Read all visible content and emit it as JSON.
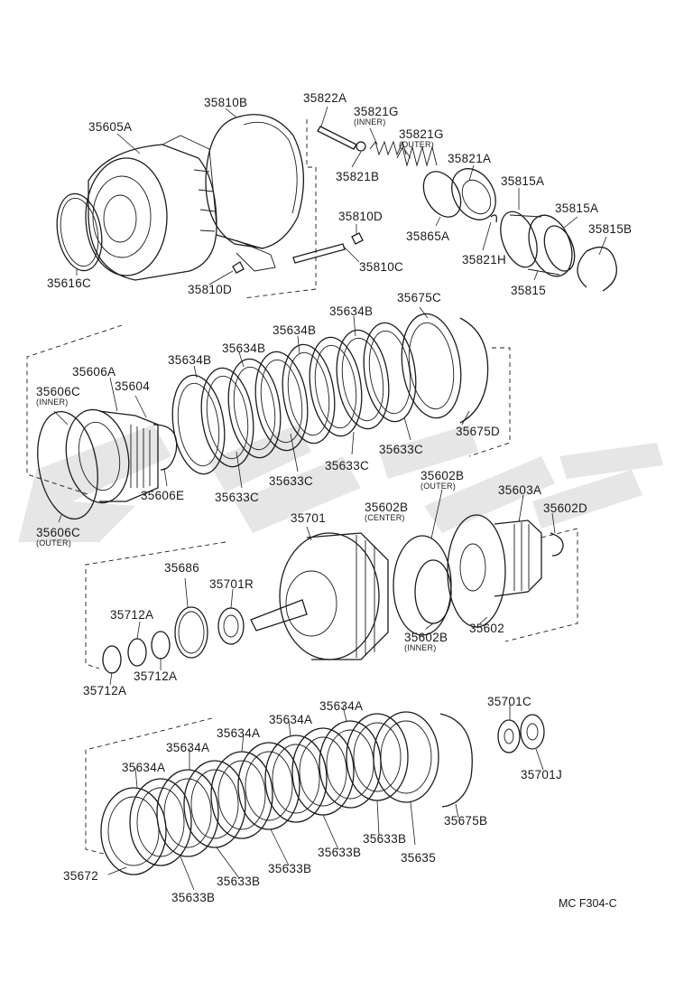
{
  "diagram": {
    "figure_code": "MC F304-C",
    "labels": [
      {
        "id": "p35605A",
        "text": "35605A"
      },
      {
        "id": "p35810B",
        "text": "35810B"
      },
      {
        "id": "p35822A",
        "text": "35822A"
      },
      {
        "id": "p35821G_inner",
        "text": "35821G",
        "note": "(INNER)"
      },
      {
        "id": "p35821G_outer",
        "text": "35821G",
        "note": "(OUTER)"
      },
      {
        "id": "p35821A",
        "text": "35821A"
      },
      {
        "id": "p35821B",
        "text": "35821B"
      },
      {
        "id": "p35815A_1",
        "text": "35815A"
      },
      {
        "id": "p35815A_2",
        "text": "35815A"
      },
      {
        "id": "p35815B",
        "text": "35815B"
      },
      {
        "id": "p35810D_1",
        "text": "35810D"
      },
      {
        "id": "p35865A",
        "text": "35865A"
      },
      {
        "id": "p35821H",
        "text": "35821H"
      },
      {
        "id": "p35815",
        "text": "35815"
      },
      {
        "id": "p35810C",
        "text": "35810C"
      },
      {
        "id": "p35616C",
        "text": "35616C"
      },
      {
        "id": "p35810D_2",
        "text": "35810D"
      },
      {
        "id": "p35675C",
        "text": "35675C"
      },
      {
        "id": "p35634B_1",
        "text": "35634B"
      },
      {
        "id": "p35634B_2",
        "text": "35634B"
      },
      {
        "id": "p35634B_3",
        "text": "35634B"
      },
      {
        "id": "p35634B_4",
        "text": "35634B"
      },
      {
        "id": "p35606A",
        "text": "35606A"
      },
      {
        "id": "p35606C_inner",
        "text": "35606C",
        "note": "(INNER)"
      },
      {
        "id": "p35604",
        "text": "35604"
      },
      {
        "id": "p35675D",
        "text": "35675D"
      },
      {
        "id": "p35633C_1",
        "text": "35633C"
      },
      {
        "id": "p35633C_2",
        "text": "35633C"
      },
      {
        "id": "p35633C_3",
        "text": "35633C"
      },
      {
        "id": "p35633C_4",
        "text": "35633C"
      },
      {
        "id": "p35606E",
        "text": "35606E"
      },
      {
        "id": "p35602B_outer",
        "text": "35602B",
        "note": "(OUTER)"
      },
      {
        "id": "p35603A",
        "text": "35603A"
      },
      {
        "id": "p35602B_center",
        "text": "35602B",
        "note": "(CENTER)"
      },
      {
        "id": "p35701",
        "text": "35701"
      },
      {
        "id": "p35602D",
        "text": "35602D"
      },
      {
        "id": "p35606C_outer",
        "text": "35606C",
        "note": "(OUTER)"
      },
      {
        "id": "p35686",
        "text": "35686"
      },
      {
        "id": "p35701R",
        "text": "35701R"
      },
      {
        "id": "p35712A_1",
        "text": "35712A"
      },
      {
        "id": "p35712A_2",
        "text": "35712A"
      },
      {
        "id": "p35712A_3",
        "text": "35712A"
      },
      {
        "id": "p35602",
        "text": "35602"
      },
      {
        "id": "p35602B_inner",
        "text": "35602B",
        "note": "(INNER)"
      },
      {
        "id": "p35634A_1",
        "text": "35634A"
      },
      {
        "id": "p35634A_2",
        "text": "35634A"
      },
      {
        "id": "p35634A_3",
        "text": "35634A"
      },
      {
        "id": "p35634A_4",
        "text": "35634A"
      },
      {
        "id": "p35634A_5",
        "text": "35634A"
      },
      {
        "id": "p35701C",
        "text": "35701C"
      },
      {
        "id": "p35701J",
        "text": "35701J"
      },
      {
        "id": "p35675B",
        "text": "35675B"
      },
      {
        "id": "p35633B_1",
        "text": "35633B"
      },
      {
        "id": "p35633B_2",
        "text": "35633B"
      },
      {
        "id": "p35633B_3",
        "text": "35633B"
      },
      {
        "id": "p35633B_4",
        "text": "35633B"
      },
      {
        "id": "p35633B_5",
        "text": "35633B"
      },
      {
        "id": "p35635",
        "text": "35635"
      },
      {
        "id": "p35672",
        "text": "35672"
      }
    ]
  }
}
